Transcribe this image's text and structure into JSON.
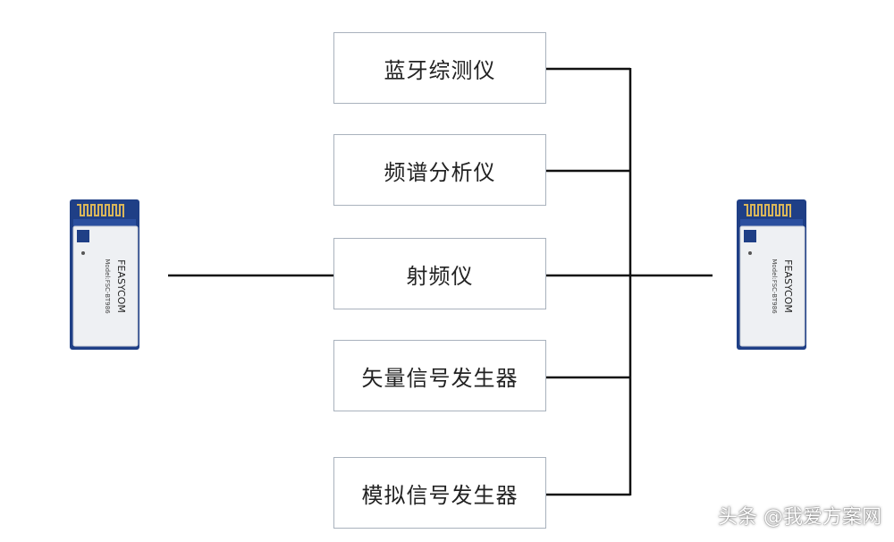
{
  "instruments": [
    {
      "label": "蓝牙综测仪"
    },
    {
      "label": "频谱分析仪"
    },
    {
      "label": "射频仪"
    },
    {
      "label": "矢量信号发生器"
    },
    {
      "label": "模拟信号发生器"
    }
  ],
  "modules": {
    "left": {
      "brand": "FEASYCOM",
      "model": "Model:FSC-BT986"
    },
    "right": {
      "brand": "FEASYCOM",
      "model": "Model:FSC-BT986"
    }
  },
  "watermark": "头条 @我爱方案网",
  "colors": {
    "line": "#111111",
    "box_border": "#a9b2bd",
    "pcb": "#1f3f86",
    "shield": "#eef0f3"
  }
}
